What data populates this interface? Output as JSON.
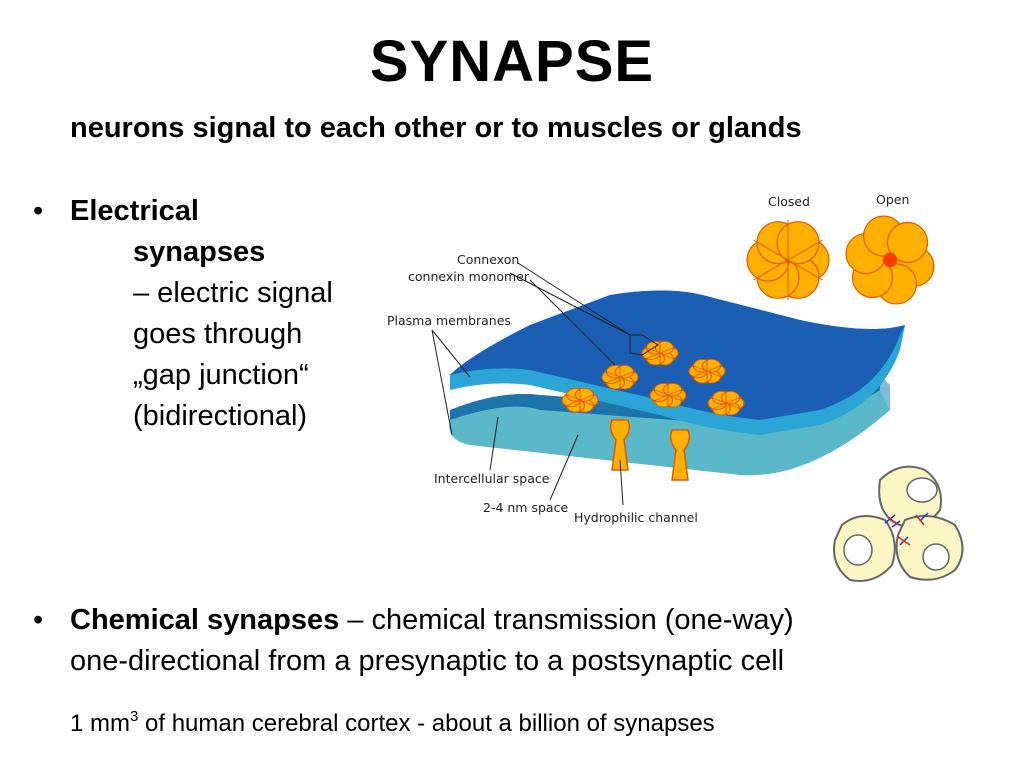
{
  "slide": {
    "title": "SYNAPSE",
    "subtitle": "neurons signal to each other or to muscles or glands"
  },
  "bullets": {
    "bullet_char": "•",
    "electrical": {
      "head": "Electrical",
      "term": "synapses",
      "line1": "– electric signal",
      "line2": "goes through",
      "line3": "„gap junction“",
      "line4": "(bidirectional)"
    },
    "chemical": {
      "term": "Chemical synapses",
      "rest": " – chemical transmission (one-way)",
      "line2": "one-directional from a presynaptic to a postsynaptic cell"
    }
  },
  "footnote": {
    "prefix": "1 mm",
    "superscript": "3",
    "suffix": " of human cerebral cortex - about a billion of synapses"
  },
  "diagram": {
    "labels": {
      "closed": "Closed",
      "open": "Open",
      "connexon": "Connexon",
      "connexin_monomer": "connexin monomer",
      "plasma_membranes": "Plasma membranes",
      "intercellular_space": "Intercellular space",
      "nm_space": "2-4 nm space",
      "hydrophilic_channel": "Hydrophilic channel"
    },
    "colors": {
      "membrane_top": "#1a5fb4",
      "membrane_edge": "#2aa5d6",
      "membrane_bottom": "#0b4a8f",
      "membrane_bottom_edge": "#5ab8c8",
      "connexon_fill": "#ffb000",
      "connexon_stroke": "#e05a00",
      "cell_fill": "#fbf7c4"
    }
  }
}
